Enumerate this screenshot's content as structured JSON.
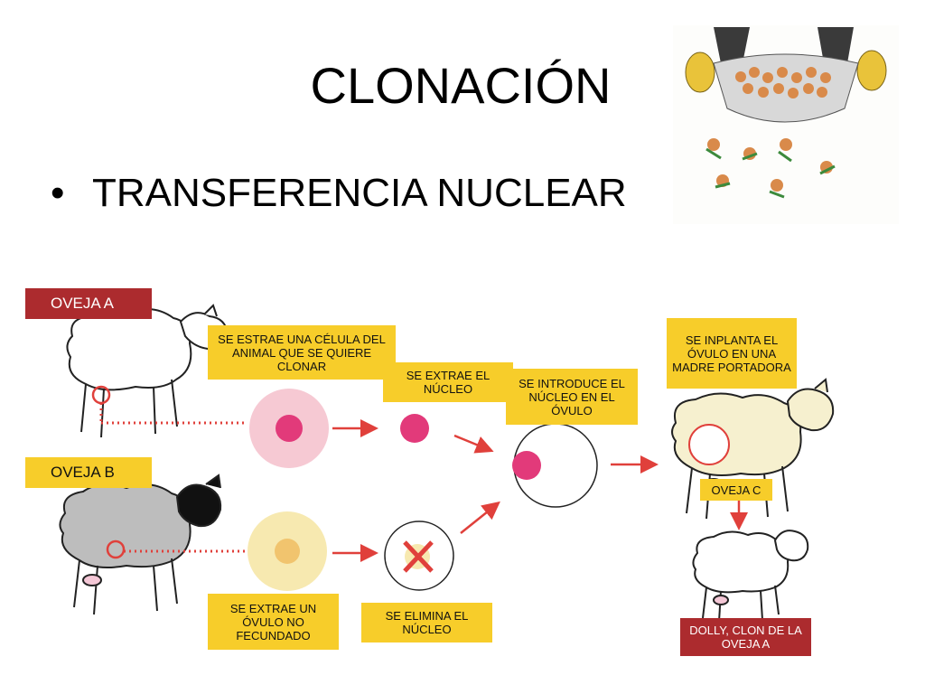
{
  "slide": {
    "title": "CLONACIÓN",
    "bullet": "TRANSFERENCIA NUCLEAR"
  },
  "tags": {
    "oveja_a": "OVEJA A",
    "oveja_b": "OVEJA B",
    "oveja_c": "OVEJA  C",
    "dolly": "DOLLY, CLON DE LA OVEJA  A"
  },
  "steps": {
    "extract_cell": "SE ESTRAE UNA CÉLULA DEL ANIMAL QUE SE QUIERE CLONAR",
    "extract_nucleus": "SE EXTRAE EL NÚCLEO",
    "introduce_nucleus": "SE INTRODUCE EL NÚCLEO EN EL ÓVULO",
    "implant": "SE INPLANTA EL ÓVULO EN UNA MADRE PORTADORA",
    "extract_ovum": "SE EXTRAE UN ÓVULO NO FECUNDADO",
    "remove_nucleus": "SE ELIMINA EL NÚCLEO"
  },
  "colors": {
    "label_yellow": "#f7cd2a",
    "tag_red": "#ac2b2e",
    "nucleus_pink": "#e23a7a",
    "cell_pink": "#f6c9d3",
    "ovum_yellow": "#f7e9b0",
    "arrow_red": "#e0403b"
  }
}
